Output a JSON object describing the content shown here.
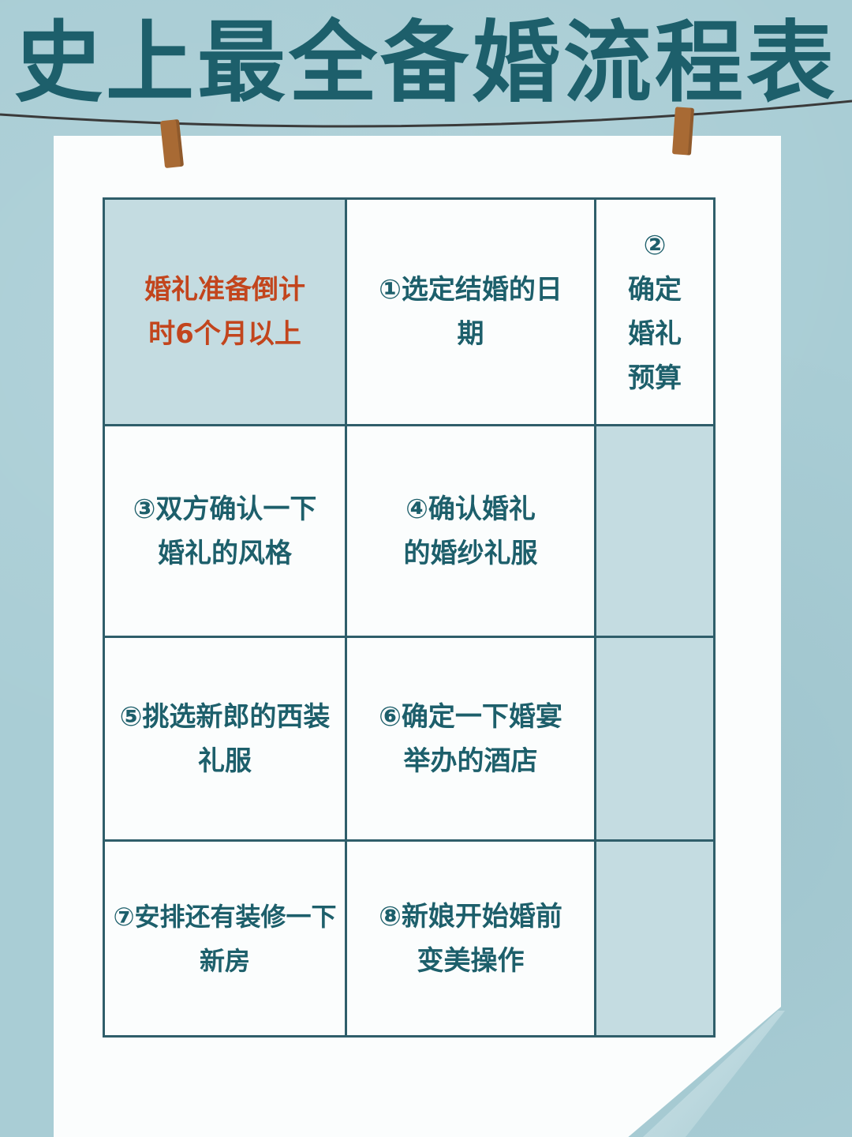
{
  "title": "史上最全备婚流程表",
  "cells": {
    "header": {
      "line1": "婚礼准备倒计",
      "line2": "时6个月以上"
    },
    "step1": {
      "line1": "①选定结婚的日",
      "line2": "期"
    },
    "step2": {
      "line1": "②",
      "line2": "确定",
      "line3": "婚礼",
      "line4": "预算"
    },
    "step3": {
      "line1": "③双方确认一下",
      "line2": "婚礼的风格"
    },
    "step4": {
      "line1": "④确认婚礼",
      "line2": "的婚纱礼服"
    },
    "step5": {
      "line1": "⑤挑选新郎的西装",
      "line2": "礼服"
    },
    "step6": {
      "line1": "⑥确定一下婚宴",
      "line2": "举办的酒店"
    },
    "step7": {
      "line1": "⑦安排还有装修一下",
      "line2": "新房"
    },
    "step8": {
      "line1": "⑧新娘开始婚前",
      "line2": "变美操作"
    }
  },
  "colors": {
    "title": "#1d5f6b",
    "header_text": "#c2451d",
    "background": "#a9cdd5",
    "paper": "#fbfdfd"
  }
}
